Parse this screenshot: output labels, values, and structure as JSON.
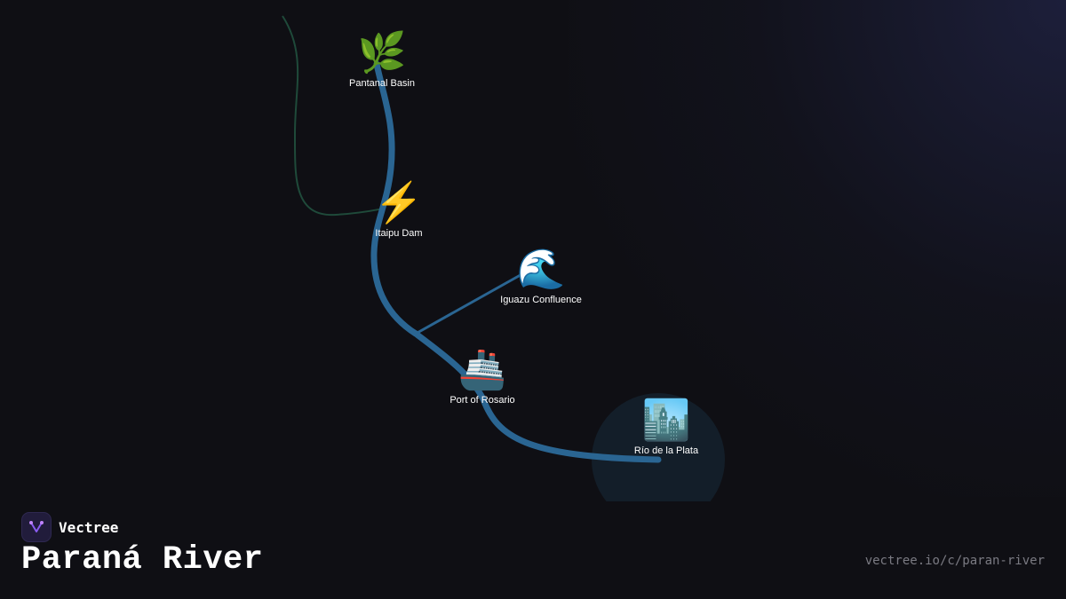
{
  "diagram": {
    "nodes": [
      {
        "id": "pantanal",
        "icon": "leaf-icon",
        "emoji": "🌿",
        "label": "Pantanal Basin"
      },
      {
        "id": "itaipu",
        "icon": "lightning-icon",
        "emoji": "⚡",
        "label": "Itaipu Dam"
      },
      {
        "id": "iguazu",
        "icon": "wave-icon",
        "emoji": "🌊",
        "label": "Iguazu Confluence"
      },
      {
        "id": "rosario",
        "icon": "ship-icon",
        "emoji": "🚢",
        "label": "Port of Rosario"
      },
      {
        "id": "plata",
        "icon": "city-icon",
        "emoji": "🏙️",
        "label": "Río de la Plata"
      }
    ],
    "colors": {
      "river": "#2a6592",
      "tributary": "#1f4a3a",
      "highlight": "#131e29"
    }
  },
  "brand": {
    "name": "Vectree",
    "logo_icon": "vectree-logo-icon"
  },
  "footer": {
    "title": "Paraná River",
    "url": "vectree.io/c/paran-river"
  }
}
